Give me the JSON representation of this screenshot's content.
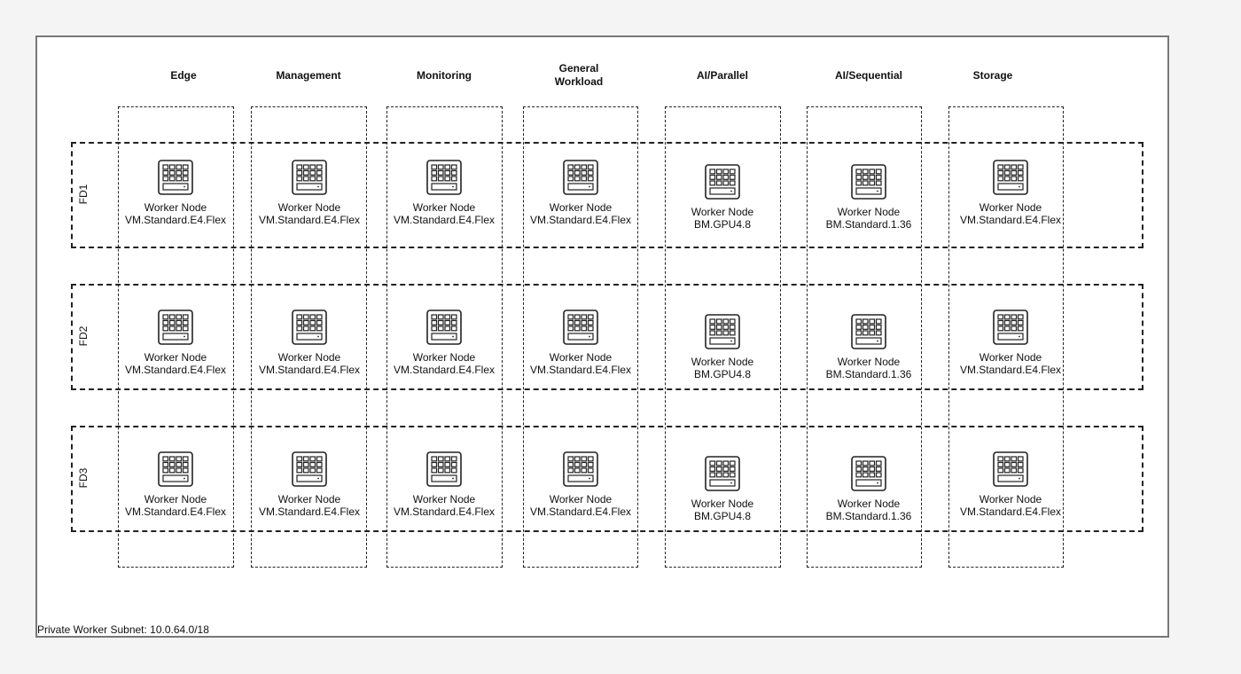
{
  "columns": [
    {
      "label": "Edge",
      "instance": "VM.Standard.E4.Flex"
    },
    {
      "label": "Management",
      "instance": "VM.Standard.E4.Flex"
    },
    {
      "label": "Monitoring",
      "instance": "VM.Standard.E4.Flex"
    },
    {
      "label_lines": [
        "General",
        "Workload"
      ],
      "instance": "VM.Standard.E4.Flex"
    },
    {
      "label": "AI/Parallel",
      "instance": "BM.GPU4.8"
    },
    {
      "label": "AI/Sequential",
      "instance": "BM.Standard.1.36"
    },
    {
      "label": "Storage",
      "instance": "VM.Standard.E4.Flex"
    }
  ],
  "fault_domains": [
    "FD1",
    "FD2",
    "FD3"
  ],
  "node_title": "Worker Node",
  "node_icon": "server-icon",
  "subnet_label": "Private Worker Subnet: 10.0.64.0/18"
}
